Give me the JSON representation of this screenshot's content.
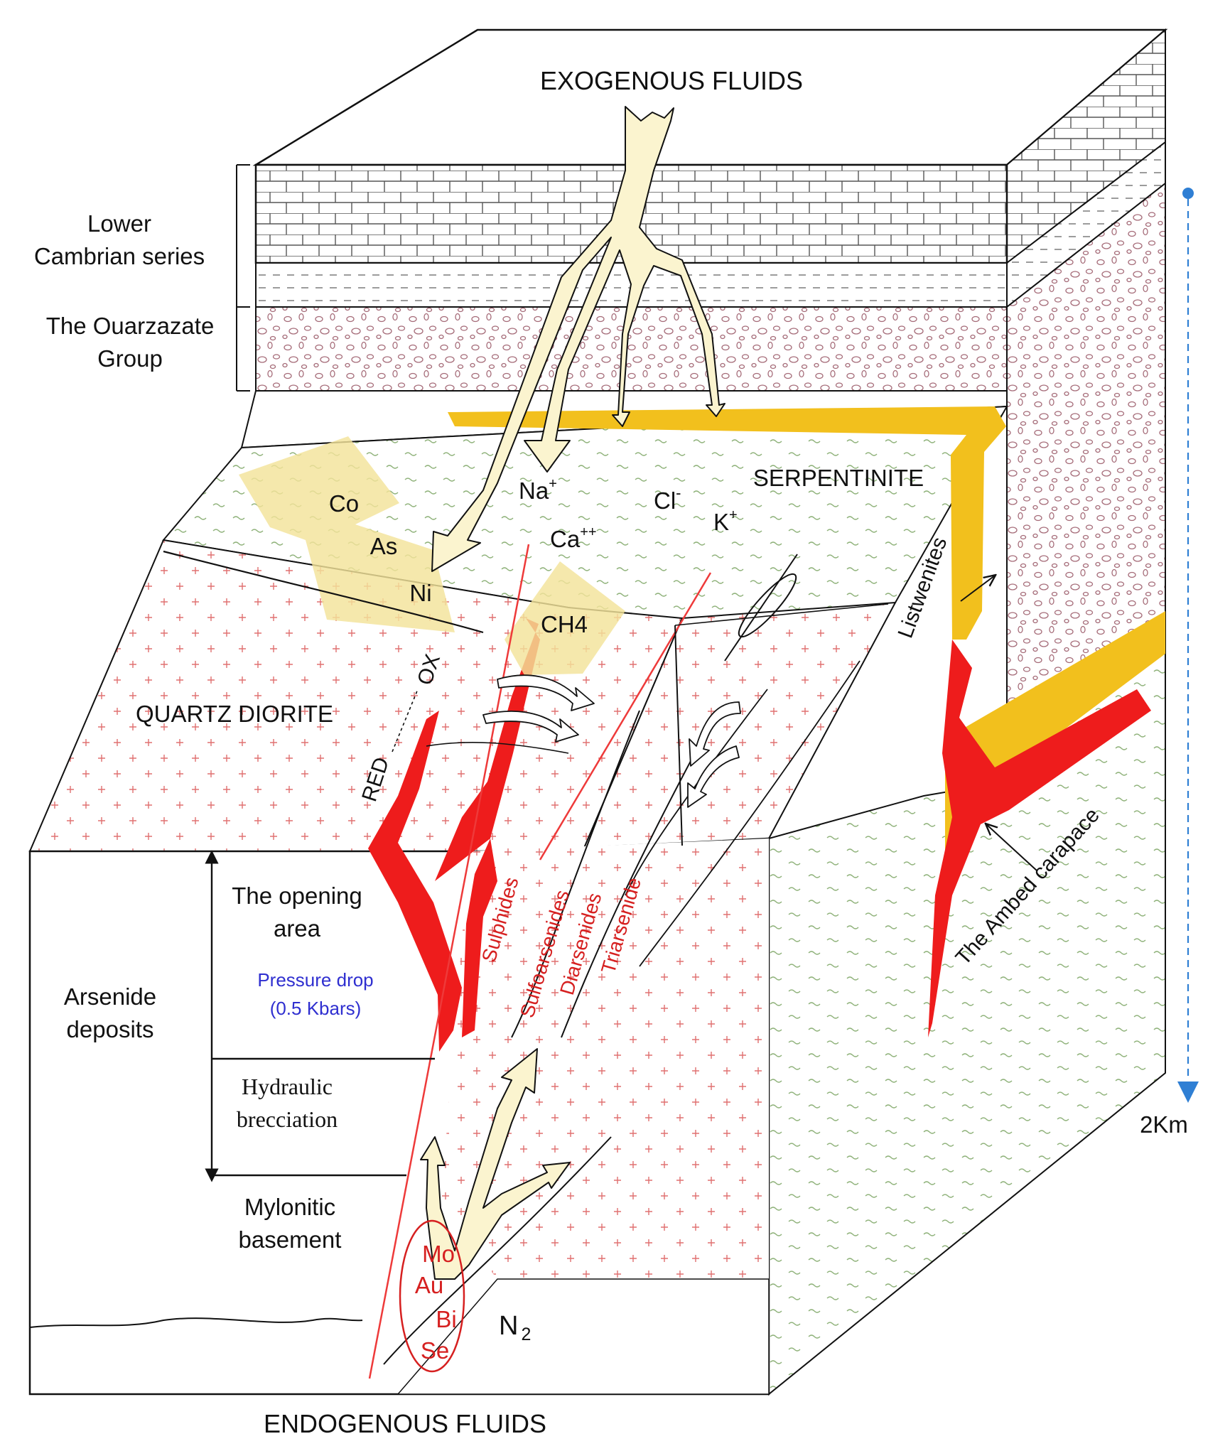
{
  "title_top": "EXOGENOUS FLUIDS",
  "title_bottom": "ENDOGENOUS FLUIDS",
  "stratigraphy": {
    "lower_cambrian_line1": "Lower",
    "lower_cambrian_line2": "Cambrian series",
    "ouarzazate_line1": "The Ouarzazate",
    "ouarzazate_line2": "Group"
  },
  "units": {
    "serpentinite": "SERPENTINITE",
    "quartz_diorite": "QUARTZ DIORITE",
    "listwenites": "Listwenites",
    "ambed_carapace": "The Ambed carapace"
  },
  "elements": {
    "co": "Co",
    "as": "As",
    "ni": "Ni",
    "ch4": "CH4",
    "na_base": "Na",
    "na_sup": "+",
    "ca_base": "Ca",
    "ca_sup": "++",
    "cl_base": "Cl",
    "cl_sup": "-",
    "k_base": "K",
    "k_sup": "+",
    "n2_base": "N",
    "n2_sub": "2"
  },
  "redox": {
    "red": "RED",
    "ox": "OX"
  },
  "zones": {
    "sulphides": "Sulphides",
    "sulfoarsenides": "Sulfoarsenides",
    "diarsenides": "Diarsenides",
    "triarsenide": "Triarsenide"
  },
  "left_panel": {
    "opening_line1": "The opening",
    "opening_line2": "area",
    "pressure_line1": "Pressure drop",
    "pressure_line2": "(0.5 Kbars)",
    "arsenide_line1": "Arsenide",
    "arsenide_line2": "deposits",
    "hydraulic_line1": "Hydraulic",
    "hydraulic_line2": "brecciation",
    "mylonitic_line1": "Mylonitic",
    "mylonitic_line2": "basement"
  },
  "source_metals": {
    "mo": "Mo",
    "au": "Au",
    "bi": "Bi",
    "se": "Se"
  },
  "scale": {
    "depth_label": "2Km"
  },
  "colors": {
    "fluid": "#fbf4cf",
    "red_vein": "#ee1c1c",
    "yellow_vein": "#f2c01d",
    "halo": "#f3e39a",
    "blue_text": "#2f2fd0",
    "red_text": "#d62020",
    "scale_blue": "#2f7fd4"
  }
}
